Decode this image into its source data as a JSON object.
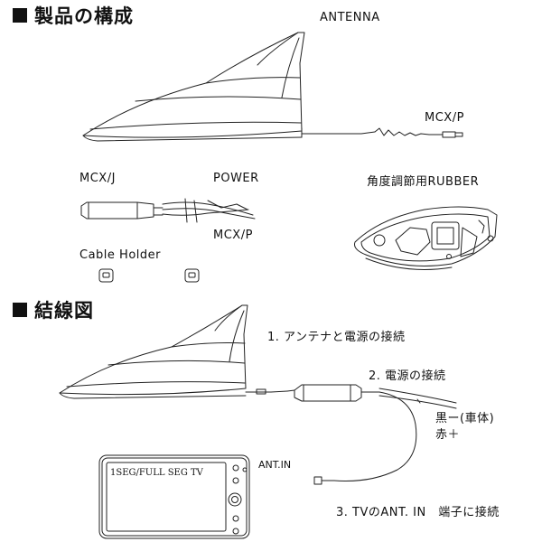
{
  "section1": {
    "title": "製品の構成",
    "labels": {
      "antenna": "ANTENNA",
      "mcx_p_top": "MCX/P",
      "mcx_j": "MCX/J",
      "power": "POWER",
      "mcx_p_mid": "MCX/P",
      "rubber": "角度調節用RUBBER",
      "cable_holder": "Cable Holder"
    }
  },
  "section2": {
    "title": "結線図",
    "steps": {
      "step1": "1. アンテナと電源の接続",
      "step2": "2. 電源の接続",
      "step3": "3. TVのANT. IN　端子に接続"
    },
    "wires": {
      "black": "黒ー(車体)",
      "red": "赤＋"
    },
    "tv": {
      "ant_in": "ANT.IN",
      "screen_text": "1SEG/FULL SEG TV"
    }
  }
}
